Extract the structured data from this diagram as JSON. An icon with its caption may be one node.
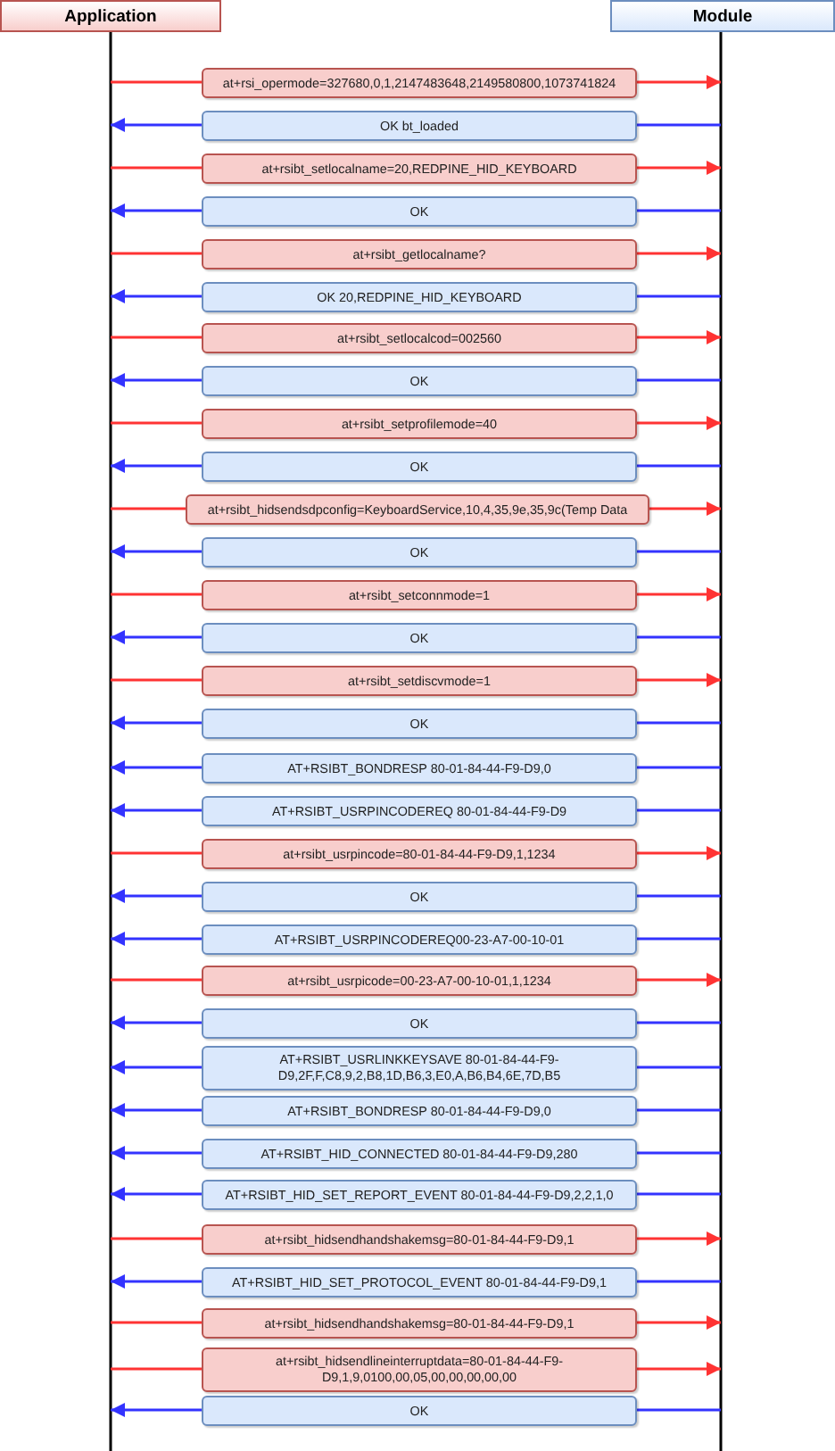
{
  "diagram": {
    "nodes": [
      {
        "text": [
          "Application"
        ]
      },
      {
        "text": [
          "Module"
        ]
      }
    ],
    "edges": [
      {
        "from": 0,
        "to": 1,
        "arrow": "to",
        "label": "at+rsi_opermode=327680,0,1,2147483648,2149580800,1073741824",
        "color": "#ff3333"
      },
      {
        "from": 1,
        "to": 0,
        "arrow": "to",
        "label": "OK bt_loaded"
      },
      {
        "from": 0,
        "to": 1,
        "arrow": "to",
        "label": "at+rsibt_setlocalname=20,REDPINE_HID_KEYBOARD",
        "color": "#ff3333"
      },
      {
        "from": 1,
        "to": 0,
        "arrow": "to",
        "label": "OK"
      },
      {
        "from": 0,
        "to": 1,
        "arrow": "to",
        "label": "at+rsibt_getlocalname?",
        "color": "#ff3333"
      },
      {
        "from": 1,
        "to": 0,
        "arrow": "to",
        "label": "OK 20,REDPINE_HID_KEYBOARD"
      },
      {
        "from": 0,
        "to": 1,
        "arrow": "to",
        "label": "at+rsibt_setlocalcod=002560",
        "color": "#ff3333"
      },
      {
        "from": 1,
        "to": 0,
        "arrow": "to",
        "label": "OK"
      },
      {
        "from": 0,
        "to": 1,
        "arrow": "to",
        "label": "at+rsibt_setprofilemode=40",
        "color": "#ff3333"
      },
      {
        "from": 1,
        "to": 0,
        "arrow": "to",
        "label": "OK"
      },
      {
        "from": 0,
        "to": 1,
        "arrow": "to",
        "label": "at+rsibt_hidsendsdpconfig=KeyboardService,10,4,35,9e,35,9c(Temp Data",
        "color": "#ff3333"
      },
      {
        "from": 1,
        "to": 0,
        "arrow": "to",
        "label": "OK"
      },
      {
        "from": 0,
        "to": 1,
        "arrow": "to",
        "label": "at+rsibt_setconnmode=1",
        "color": "#ff3333"
      },
      {
        "from": 1,
        "to": 0,
        "arrow": "to",
        "label": "OK"
      },
      {
        "from": 0,
        "to": 1,
        "arrow": "to",
        "label": "at+rsibt_setdiscvmode=1",
        "color": "#ff3333"
      },
      {
        "from": 1,
        "to": 0,
        "arrow": "to",
        "label": "OK"
      },
      {
        "from": 1,
        "to": 0,
        "arrow": "to",
        "label": "AT+RSIBT_BONDRESP 80-01-84-44-F9-D9,0"
      },
      {
        "from": 1,
        "to": 0,
        "arrow": "to",
        "label": "AT+RSIBT_USRPINCODEREQ 80-01-84-44-F9-D9"
      },
      {
        "from": 0,
        "to": 1,
        "arrow": "to",
        "label": "at+rsibt_usrpincode=80-01-84-44-F9-D9,1,1234",
        "color": "#ff3333"
      },
      {
        "from": 1,
        "to": 0,
        "arrow": "to",
        "label": "OK"
      },
      {
        "from": 1,
        "to": 0,
        "arrow": "to",
        "label": "AT+RSIBT_USRPINCODEREQ00-23-A7-00-10-01"
      },
      {
        "from": 0,
        "to": 1,
        "arrow": "to",
        "label": "at+rsibt_usrpicode=00-23-A7-00-10-01,1,1234",
        "color": "#ff3333"
      },
      {
        "from": 1,
        "to": 0,
        "arrow": "to",
        "label": "OK"
      },
      {
        "from": 1,
        "to": 0,
        "arrow": "to",
        "label": "AT+RSIBT_USRLINKKEYSAVE 80-01-84-44-F9-D9,2F,F,C8,9,2,B8,1D,B6,3,E0,A,B6,B4,6E,7D,B5"
      },
      {
        "from": 1,
        "to": 0,
        "arrow": "to",
        "label": "AT+RSIBT_BONDRESP 80-01-84-44-F9-D9,0"
      },
      {
        "from": 1,
        "to": 0,
        "arrow": "to",
        "label": "AT+RSIBT_HID_CONNECTED 80-01-84-44-F9-D9,280"
      },
      {
        "from": 1,
        "to": 0,
        "arrow": "to",
        "label": "AT+RSIBT_HID_SET_REPORT_EVENT 80-01-84-44-F9-D9,2,2,1,0"
      },
      {
        "from": 0,
        "to": 1,
        "arrow": "to",
        "label": "at+rsibt_hidsendhandshakemsg=80-01-84-44-F9-D9,1",
        "color": "#ff3333"
      },
      {
        "from": 1,
        "to": 0,
        "arrow": "to",
        "label": "AT+RSIBT_HID_SET_PROTOCOL_EVENT 80-01-84-44-F9-D9,1"
      },
      {
        "from": 0,
        "to": 1,
        "arrow": "to",
        "label": "at+rsibt_hidsendhandshakemsg=80-01-84-44-F9-D9,1",
        "color": "#ff3333"
      },
      {
        "from": 0,
        "to": 1,
        "arrow": "to",
        "label": "at+rsibt_hidsendlineinterruptdata=80-01-84-44-F9-D9,1,9,0100,00,05,00,00,00,00,00",
        "color": "#ff3333"
      },
      {
        "from": 1,
        "to": 0,
        "arrow": "to",
        "label": "OK"
      }
    ]
  }
}
